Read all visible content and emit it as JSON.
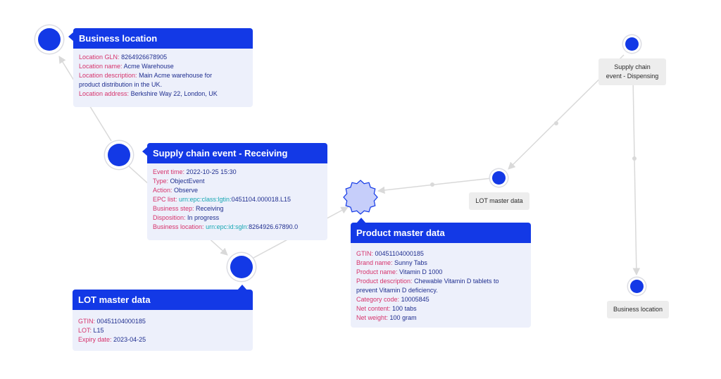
{
  "colors": {
    "accent": "#1339e6",
    "card_bg": "#edf0fb",
    "key": "#d6336c",
    "value": "#1f2e8f",
    "teal": "#17a7b3",
    "edge": "#d9d9d9",
    "chip_bg": "#ededed"
  },
  "cards": {
    "business_location": {
      "title": "Business location",
      "rows": [
        {
          "k": "Location GLN:",
          "v": "8264926678905"
        },
        {
          "k": "Location name:",
          "v": "Acme Warehouse"
        },
        {
          "k": "Location description:",
          "v": "Main Acme warehouse for"
        },
        {
          "k": "",
          "v": "product distribution in the UK."
        },
        {
          "k": "Location address:",
          "v": "Berkshire Way 22, London, UK"
        }
      ]
    },
    "receiving": {
      "title": "Supply chain event - Receiving",
      "rows": [
        {
          "k": "Event time:",
          "v": "2022-10-25 15:30"
        },
        {
          "k": "Type:",
          "v": "ObjectEvent"
        },
        {
          "k": "Action:",
          "v": "Observe"
        },
        {
          "k": "EPC list:",
          "t": "urn:epc:class:lgtin:",
          "v": "0451104.000018.L15"
        },
        {
          "k": "Business step:",
          "v": "Receiving"
        },
        {
          "k": "Disposition:",
          "v": "In progress"
        },
        {
          "k": "Business location:",
          "t": "urn:epc:id:sgln:",
          "v": "8264926.67890.0"
        }
      ]
    },
    "lot": {
      "title": "LOT master data",
      "rows": [
        {
          "k": "GTIN:",
          "v": "00451104000185"
        },
        {
          "k": "LOT:",
          "v": "L15"
        },
        {
          "k": "Expiry date:",
          "v": "2023-04-25"
        }
      ]
    },
    "product": {
      "title": "Product master data",
      "rows": [
        {
          "k": "GTIN:",
          "v": "00451104000185"
        },
        {
          "k": "Brand name:",
          "v": "Sunny Tabs"
        },
        {
          "k": "Product name:",
          "v": "Vitamin D 1000"
        },
        {
          "k": "Product description:",
          "v": "Chewable Vitamin D tablets to"
        },
        {
          "k": "",
          "v": "prevent Vitamin D deficiency."
        },
        {
          "k": "Category code:",
          "v": "10005845"
        },
        {
          "k": "Net content:",
          "v": "100 tabs"
        },
        {
          "k": "Net weight:",
          "v": "100 gram"
        }
      ]
    }
  },
  "chips": {
    "dispensing": [
      "Supply chain",
      "event - Dispensing"
    ],
    "lot": "LOT master data",
    "business": "Business location"
  }
}
